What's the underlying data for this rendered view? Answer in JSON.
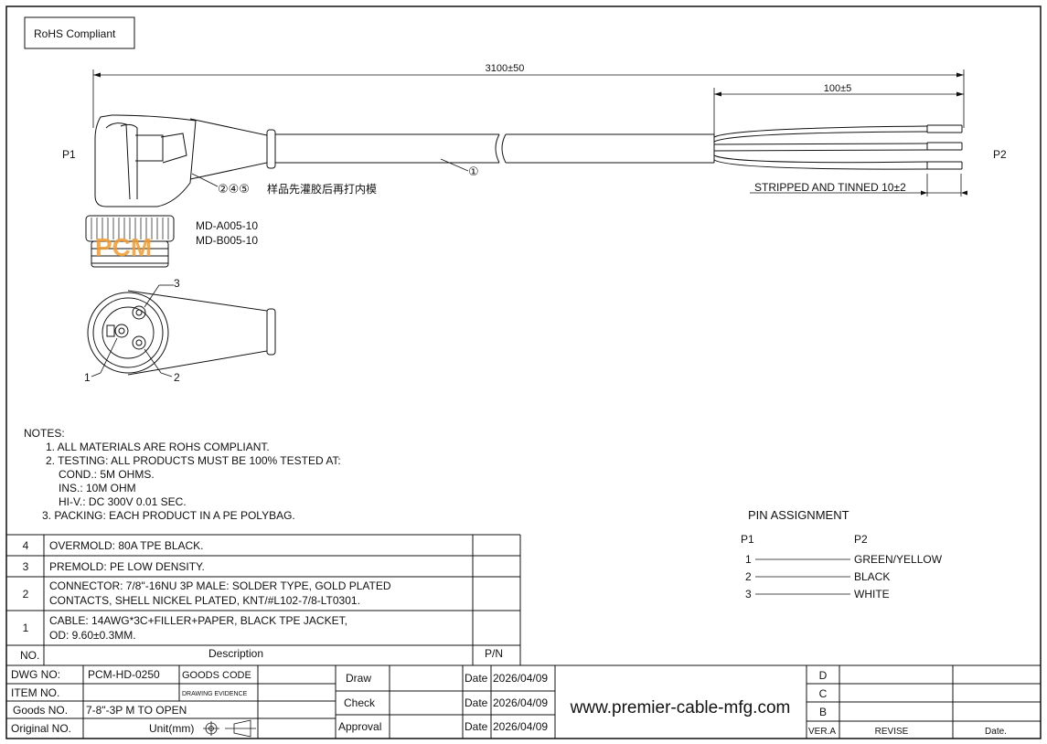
{
  "rohs_box": "RoHS Compliant",
  "dims": {
    "overall": "3100±50",
    "strip": "100±5",
    "stripped_note": "STRIPPED AND TINNED 10±2"
  },
  "labels": {
    "p1": "P1",
    "p2": "P2",
    "callouts_head": "②④⑤",
    "chinese_note": "样品先灌胶后再打内模",
    "cable_callout": "①",
    "part_a": "MD-A005-10",
    "part_b": "MD-B005-10",
    "pin1": "1",
    "pin2": "2",
    "pin3": "3"
  },
  "watermark": "PCM",
  "notes": {
    "title": "NOTES:",
    "lines": [
      "1. ALL MATERIALS ARE ROHS COMPLIANT.",
      "2. TESTING: ALL PRODUCTS MUST BE 100% TESTED AT:",
      "COND.: 5M OHMS.",
      "INS.: 10M OHM",
      "HI-V.: DC 300V 0.01 SEC.",
      "3. PACKING: EACH PRODUCT IN A PE POLYBAG."
    ]
  },
  "pin_assignment": {
    "title": "PIN  ASSIGNMENT",
    "col_p1": "P1",
    "col_p2": "P2",
    "rows": [
      {
        "p1": "1",
        "p2": "GREEN/YELLOW"
      },
      {
        "p1": "2",
        "p2": "BLACK"
      },
      {
        "p1": "3",
        "p2": "WHITE"
      }
    ]
  },
  "bom": {
    "rows": [
      {
        "no": "4",
        "lines": [
          "OVERMOLD: 80A TPE BLACK."
        ]
      },
      {
        "no": "3",
        "lines": [
          "PREMOLD: PE LOW DENSITY."
        ]
      },
      {
        "no": "2",
        "lines": [
          "CONNECTOR: 7/8\"-16NU 3P MALE: SOLDER TYPE, GOLD PLATED",
          "CONTACTS, SHELL NICKEL PLATED, KNT/#L102-7/8-LT0301."
        ]
      },
      {
        "no": "1",
        "lines": [
          "CABLE: 14AWG*3C+FILLER+PAPER, BLACK TPE JACKET,",
          "OD: 9.60±0.3MM."
        ]
      }
    ],
    "header": {
      "no": "NO.",
      "desc": "Description",
      "pn": "P/N"
    }
  },
  "title_block": {
    "dwg_no_label": "DWG NO:",
    "dwg_no": "PCM-HD-0250",
    "item_no_label": "ITEM NO.",
    "goods_no_label": "Goods NO.",
    "goods_no": "7-8\"-3P M TO OPEN",
    "original_no_label": "Original NO.",
    "goods_code": "GOODS CODE",
    "drawing_evidence": "DRAWING EVIDENCE",
    "unit": "Unit(mm)",
    "draw": "Draw",
    "check": "Check",
    "approval": "Approval",
    "date_label": "Date",
    "dates": [
      "2026/04/09",
      "2026/04/09",
      "2026/04/09"
    ],
    "website": "www.premier-cable-mfg.com",
    "rev_letters": [
      "D",
      "C",
      "B"
    ],
    "ver": "VER.A",
    "revise": "REVISE",
    "date_col": "Date."
  }
}
